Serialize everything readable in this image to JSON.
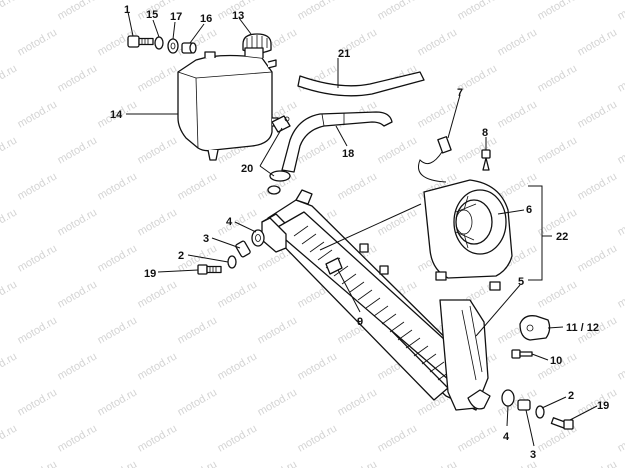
{
  "watermark": "motod.ru",
  "callouts": {
    "c1": "1",
    "c15": "15",
    "c17": "17",
    "c16": "16",
    "c13": "13",
    "c21": "21",
    "c14": "14",
    "c7": "7",
    "c8": "8",
    "c18": "18",
    "c20": "20",
    "c6": "6",
    "c22": "22",
    "c4a": "4",
    "c3a": "3",
    "c2a": "2",
    "c19a": "19",
    "c5": "5",
    "c9": "9",
    "c11_12": "11 / 12",
    "c10": "10",
    "c2b": "2",
    "c19b": "19",
    "c4b": "4",
    "c3b": "3"
  }
}
